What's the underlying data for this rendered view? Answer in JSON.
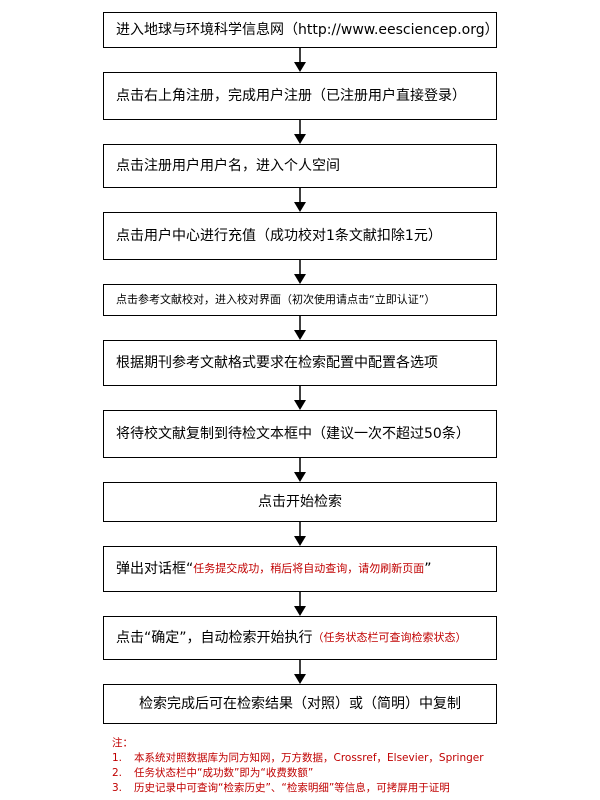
{
  "steps": [
    {
      "text": "进入地球与环境科学信息网（http://www.eesciencep.org）"
    },
    {
      "text": "点击右上角注册，完成用户注册（已注册用户直接登录）"
    },
    {
      "text": "点击注册用户用户名，进入个人空间"
    },
    {
      "text": "点击用户中心进行充值（成功校对1条文献扣除1元）"
    },
    {
      "text": "点击参考文献校对，进入校对界面（初次使用请点击“立即认证”）"
    },
    {
      "text": "根据期刊参考文献格式要求在检索配置中配置各选项"
    },
    {
      "text": "将待校文献复制到待检文本框中（建议一次不超过50条）"
    },
    {
      "text": "点击开始检索"
    },
    {
      "text": "弹出对话框“",
      "red": "任务提交成功，稍后将自动查询，请勿刷新页面",
      "tail": "”"
    },
    {
      "text": "点击“确定”，自动检索开始执行",
      "red": "（任务状态栏可查询检索状态）"
    },
    {
      "text": "检索完成后可在检索结果（对照）或（简明）中复制"
    }
  ],
  "notes": {
    "title": "注：",
    "items": [
      {
        "num": "1.",
        "text": "本系统对照数据库为同方知网，万方数据，Crossref，Elsevier，Springer"
      },
      {
        "num": "2.",
        "text": "任务状态栏中“成功数”即为“收费数额”"
      },
      {
        "num": "3.",
        "text": "历史记录中可查询“检索历史”、“检索明细”等信息，可拷屏用于证明"
      }
    ]
  }
}
